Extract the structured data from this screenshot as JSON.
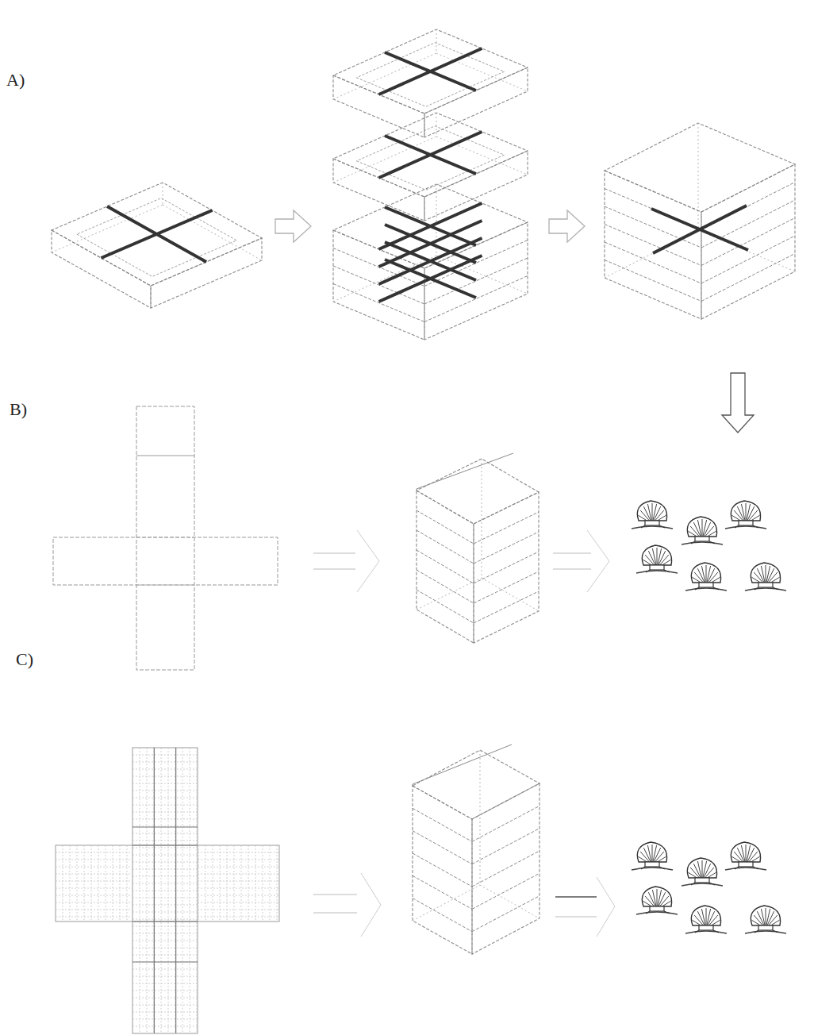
{
  "diagram": {
    "labels": [
      "A)",
      "B)",
      "C)"
    ]
  }
}
